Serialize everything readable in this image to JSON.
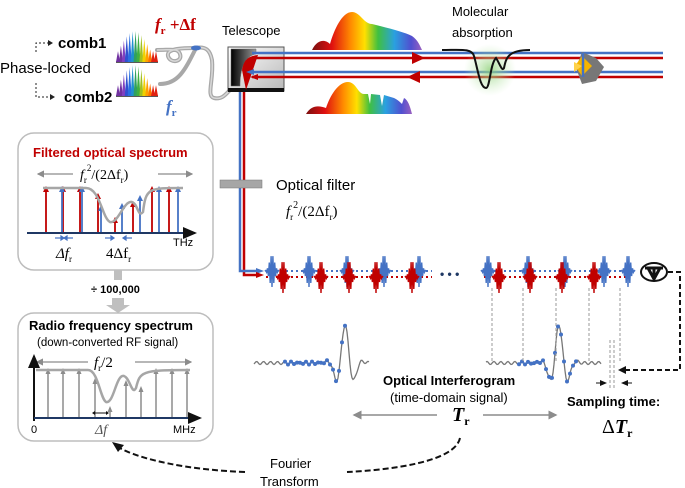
{
  "sources": {
    "comb1_label": "comb1",
    "comb2_label": "comb2",
    "phase_locked_label": "Phase-locked",
    "comb1_rate": {
      "f": "f",
      "sub": "r",
      "suffix": " +Δf"
    },
    "comb2_rate": {
      "f": "f",
      "sub": "r"
    }
  },
  "telescope_label": "Telescope",
  "molecular_absorption": {
    "line1": "Molecular",
    "line2": "absorption"
  },
  "optical_filter": {
    "label": "Optical filter",
    "formula": {
      "f": "f",
      "sub": "r",
      "sup": "2",
      "rest": "/(2Δf",
      "sub2": "r",
      "close": ")"
    }
  },
  "filtered_spectrum": {
    "title": "Filtered optical spectrum",
    "span": {
      "f": "f",
      "sub": "r",
      "sup": "2",
      "rest": "/(2Δf",
      "sub2": "r",
      "close": ")"
    },
    "spacing1": {
      "prefix": "Δf",
      "sub": "r"
    },
    "spacing2": {
      "prefix": "4Δf",
      "sub": "r"
    },
    "axis_unit": "THz",
    "colors": {
      "comb1": "#c00000",
      "comb2": "#4472c4"
    }
  },
  "divide_label": "÷ 100,000",
  "rf_spectrum": {
    "title": "Radio frequency spectrum",
    "subtitle": "(down-converted RF signal)",
    "span": {
      "f": "f",
      "sub": "r",
      "rest": "/2"
    },
    "delta": "Δf",
    "axis_zero": "0",
    "axis_unit": "MHz"
  },
  "interferogram": {
    "title": "Optical Interferogram",
    "subtitle": "(time-domain signal)",
    "period": {
      "T": "T",
      "sub": "r"
    },
    "ellipsis": "• • •"
  },
  "sampling": {
    "title": "Sampling time:",
    "symbol": {
      "pre": "Δ",
      "T": "T",
      "sub": "r"
    }
  },
  "fourier": {
    "line1": "Fourier",
    "line2": "Transform"
  },
  "icons": [
    "phase-lock-arrow-icon",
    "fiber-coupler-icon",
    "telescope-icon",
    "retroreflector-icon",
    "photodetector-icon",
    "filter-icon"
  ]
}
